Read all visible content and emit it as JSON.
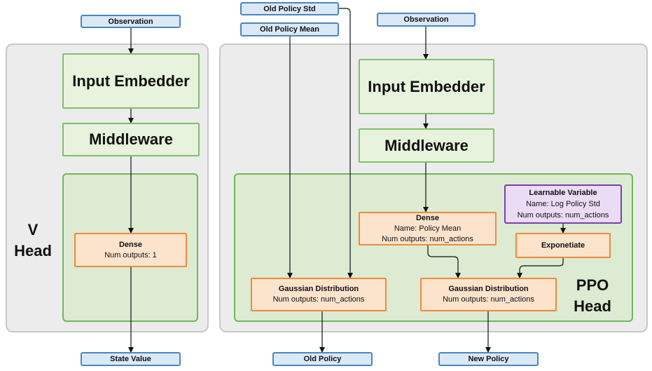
{
  "v_head": {
    "label_line1": "V",
    "label_line2": "Head",
    "observation": "Observation",
    "input_embedder": "Input Embedder",
    "middleware": "Middleware",
    "dense_title": "Dense",
    "dense_outputs": "Num outputs: 1",
    "output": "State Value"
  },
  "ppo_head": {
    "label_line1": "PPO",
    "label_line2": "Head",
    "observation": "Observation",
    "old_policy_std": "Old Policy Std",
    "old_policy_mean": "Old Policy Mean",
    "input_embedder": "Input Embedder",
    "middleware": "Middleware",
    "dense_title": "Dense",
    "dense_name": "Name: Policy Mean",
    "dense_outputs": "Num outputs: num_actions",
    "learnable_title": "Learnable Variable",
    "learnable_name": "Name: Log Policy Std",
    "learnable_outputs": "Num outputs: num_actions",
    "exponentiate": "Exponetiate",
    "gauss_old_title": "Gaussian Distribution",
    "gauss_old_outputs": "Num outputs: num_actions",
    "gauss_new_title": "Gaussian Distribution",
    "gauss_new_outputs": "Num outputs: num_actions",
    "old_policy": "Old Policy",
    "new_policy": "New Policy"
  }
}
